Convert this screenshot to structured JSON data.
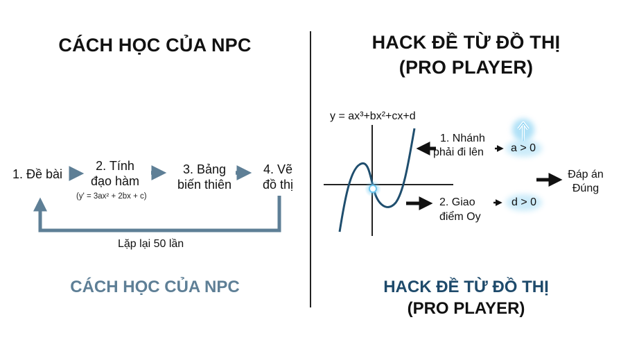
{
  "left": {
    "title": "CÁCH HỌC CỦA NPC",
    "steps": [
      {
        "line1": "1. Đề bài",
        "line2": ""
      },
      {
        "line1": "2. Tính",
        "line2": "đạo hàm"
      },
      {
        "line1": "3. Bảng",
        "line2": "biến thiên"
      },
      {
        "line1": "4. Vẽ",
        "line2": "đồ thị"
      }
    ],
    "derivative_note": "(y' = 3ax² + 2bx + c)",
    "loop_label": "Lặp lại 50 lần",
    "bottom_title": "CÁCH HỌC CỦA NPC"
  },
  "right": {
    "title_line1": "HACK ĐỀ TỪ ĐỒ THỊ",
    "title_line2": "(PRO PLAYER)",
    "equation": "y = ax³+bx²+cx+d",
    "hint1": {
      "line1": "1. Nhánh",
      "line2": "phải đi lên"
    },
    "result1": "a > 0",
    "hint2": {
      "line1": "2. Giao",
      "line2": "điểm Oy"
    },
    "result2": "d > 0",
    "answer": {
      "line1": "Đáp án",
      "line2": "Đúng"
    },
    "bottom_title_line1": "HACK ĐỀ TỪ ĐỒ THỊ",
    "bottom_title_line2": "(PRO PLAYER)"
  },
  "colors": {
    "arrow_gray": "#5e7f96",
    "curve_blue": "#1f4e6e",
    "glow_blue": "#6ec8f0",
    "bottom_left_title": "#5e7f96",
    "bottom_right_title": "#1e4a6b",
    "text": "#111111"
  },
  "icons": [
    "flow-arrow-icon",
    "loop-arrow-icon",
    "black-arrow-icon",
    "up-arrow-icon",
    "glow-dot-icon"
  ]
}
